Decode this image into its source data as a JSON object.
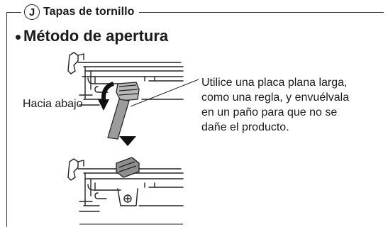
{
  "section": {
    "badge_letter": "J",
    "title": "Tapas de tornillo"
  },
  "method": {
    "title": "Método de apertura"
  },
  "labels": {
    "direction": "Hacia abajo",
    "instruction": "Utilice una placa plana larga,\ncomo una regla, y envuélvala\nen un paño para que no se\ndañe el producto."
  },
  "icons": {
    "down_arrow": "curved-down-arrow-icon",
    "step_arrow": "triangle-down-icon"
  }
}
